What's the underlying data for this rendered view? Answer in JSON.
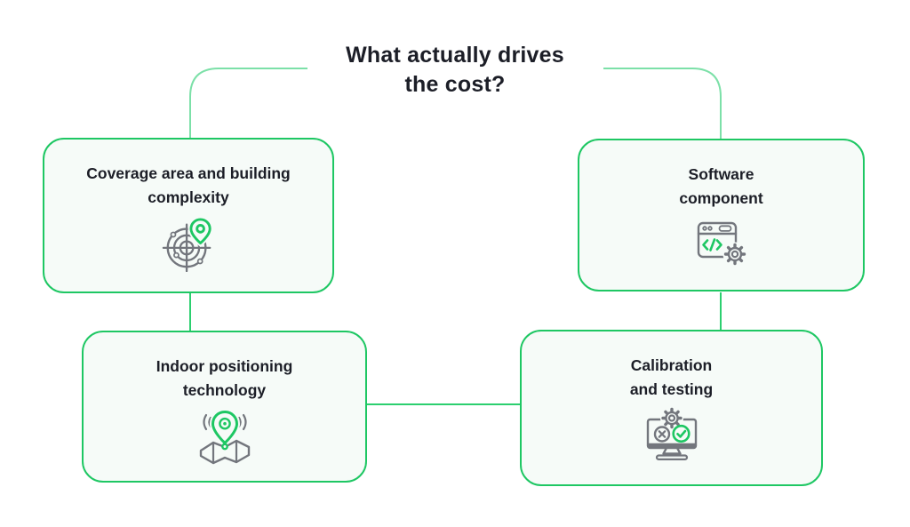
{
  "title": {
    "line1": "What actually drives",
    "line2": "the cost?"
  },
  "colors": {
    "box_border_green": "#1ec763",
    "connector_green": "#2ccf6f",
    "title_connector_green": "#7ce0a8",
    "box_background": "#f6fbf8",
    "icon_gray": "#73767d",
    "accent_green": "#1ec763",
    "text_dark": "#1c1e27"
  },
  "cards": [
    {
      "id": "coverage-area",
      "label_line1": "Coverage area and building",
      "label_line2": "complexity",
      "icon": "radar-location-pin-icon"
    },
    {
      "id": "software-component",
      "label_line1": "Software",
      "label_line2": "component",
      "icon": "browser-code-gear-icon"
    },
    {
      "id": "indoor-positioning",
      "label_line1": "Indoor positioning",
      "label_line2": "technology",
      "icon": "map-location-signal-icon"
    },
    {
      "id": "calibration-testing",
      "label_line1": "Calibration",
      "label_line2": "and testing",
      "icon": "monitor-test-check-icon"
    }
  ]
}
